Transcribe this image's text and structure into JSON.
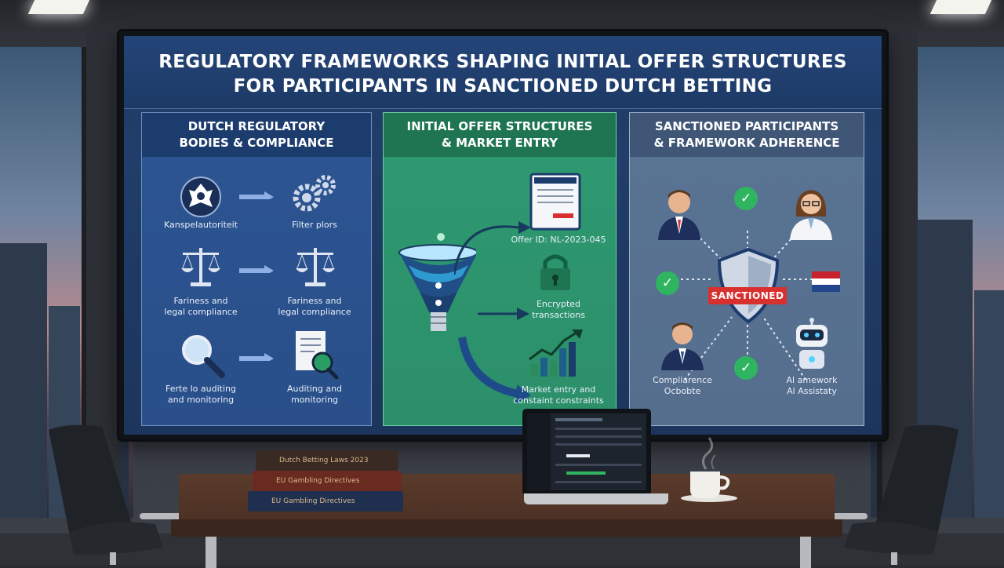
{
  "slide": {
    "title_line1": "REGULATORY FRAMEWORKS SHAPING INITIAL OFFER STRUCTURES",
    "title_line2": "FOR PARTICIPANTS IN SANCTIONED DUTCH BETTING"
  },
  "panels": [
    {
      "heading_line1": "DUTCH REGULATORY",
      "heading_line2": "BODIES & COMPLIANCE",
      "rows": [
        {
          "left_label": "Kanspelautoriteit",
          "right_label": "Filter plors",
          "left_icon": "regulator-emblem-icon",
          "right_icon": "gears-icon"
        },
        {
          "left_label_1": "Fariness and",
          "left_label_2": "legal compliance",
          "right_label_1": "Fariness and",
          "right_label_2": "legal compliance",
          "left_icon": "scales-icon",
          "right_icon": "scales-icon"
        },
        {
          "left_label_1": "Ferte lo auditing",
          "left_label_2": "and monitoring",
          "right_label_1": "Auditing and",
          "right_label_2": "monitoring",
          "left_icon": "magnifier-icon",
          "right_icon": "audit-document-icon"
        }
      ]
    },
    {
      "heading_line1": "INITIAL OFFER STRUCTURES",
      "heading_line2": "& MARKET ENTRY",
      "offer_id": "Offer ID: NL-2023-045",
      "encrypted_1": "Encrypted",
      "encrypted_2": "transactions",
      "market_1": "Market entry and",
      "market_2": "constaint constraints"
    },
    {
      "heading_line1": "SANCTIONED PARTICIPANTS",
      "heading_line2": "& FRAMEWORK ADHERENCE",
      "badge": "SANCTIONED",
      "compliance_1": "Compliarence",
      "compliance_2": "Ocbobte",
      "ai_1": "Al amework",
      "ai_2": "Al Assistaty"
    }
  ],
  "books": [
    "Dutch Betting Laws 2023",
    "EU Gambling Directives",
    "EU Gambling Directives"
  ],
  "colors": {
    "panel1": "#2c5592",
    "panel2": "#2f9a72",
    "panel3": "#5a7494",
    "badge": "#d8302f",
    "check": "#2fb55f"
  }
}
